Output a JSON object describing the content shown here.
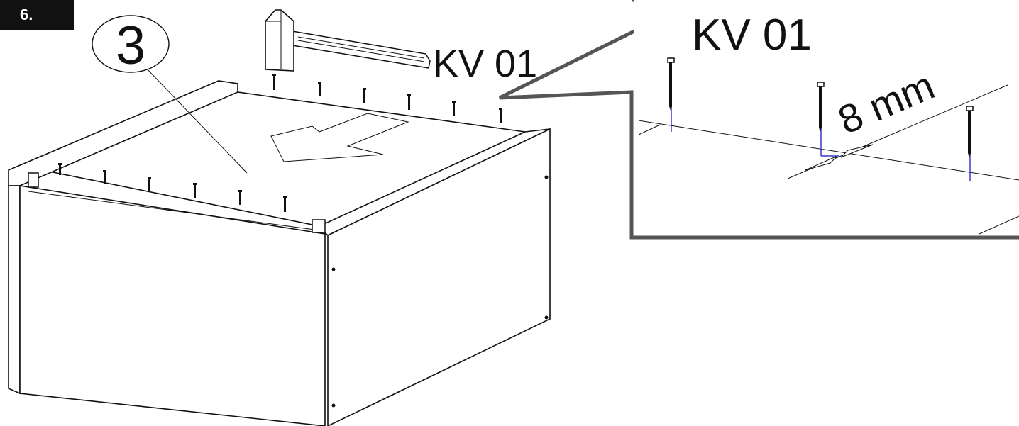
{
  "step": {
    "number": "6."
  },
  "part": {
    "number": "3"
  },
  "fastener": {
    "code_main": "KV 01",
    "code_detail": "KV 01"
  },
  "detail": {
    "spacing": "8 mm"
  },
  "colors": {
    "ink": "#111111",
    "guide": "#3a3acc",
    "callout": "#555555"
  }
}
